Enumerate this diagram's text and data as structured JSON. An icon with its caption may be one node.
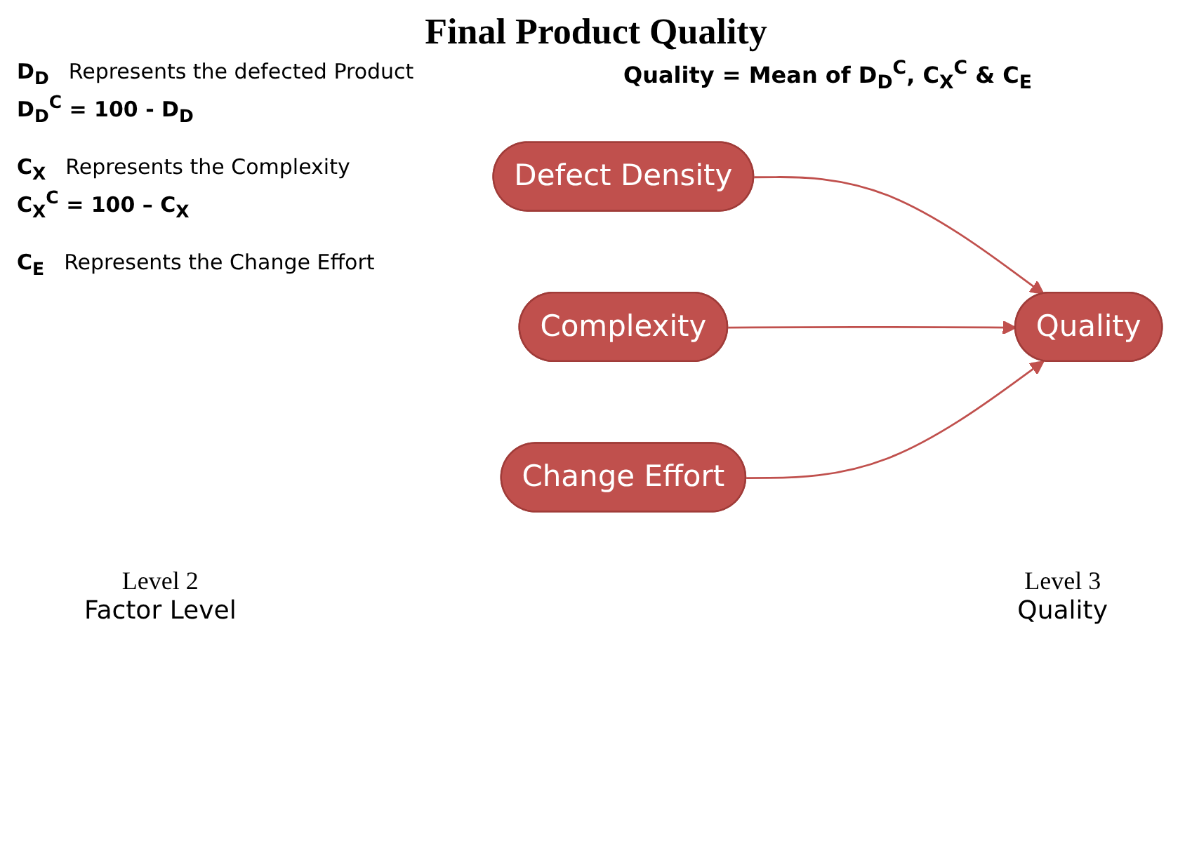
{
  "diagram": {
    "title": "Final Product Quality",
    "nodes": [
      {
        "text": [
          "Defect Density"
        ]
      },
      {
        "text": [
          "Complexity"
        ]
      },
      {
        "text": [
          "Change Effort"
        ]
      },
      {
        "text": [
          "Quality"
        ]
      }
    ],
    "edges": [
      {
        "from": 0,
        "to": 3,
        "arrow": "to"
      },
      {
        "from": 1,
        "to": 3,
        "arrow": "to"
      },
      {
        "from": 2,
        "to": 3,
        "arrow": "to"
      }
    ],
    "labels": [
      "D$_{D}$",
      "Represents the defected Product",
      "D$_{D}$$^{C}$ = 100 - D$_{D}$",
      "Quality = Mean of D$_{D}$$^{C}$, C$_{X}$$^{C}$ & C$_{E}$",
      "C$_{X}$",
      "Represents the Complexity",
      "C$_{X}$$^{C}$ = 100 – C$_{X}$",
      "C$_{E}$",
      "Represents the Change Effort",
      "Level 2",
      "Factor Level",
      "Level 3",
      "Quality"
    ]
  }
}
